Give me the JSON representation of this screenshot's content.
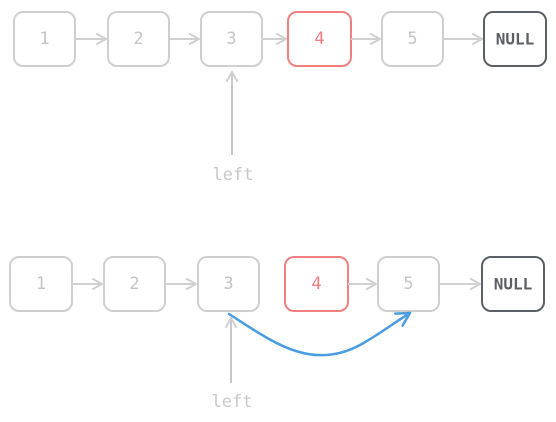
{
  "colors": {
    "node": "#cfcfcf",
    "node_text": "#c4c4c4",
    "highlight": "#f08080",
    "null_node": "#5c5f66",
    "arrow": "#d0d0d0",
    "relink": "#4a9de0",
    "pointer": "#c8c8c8"
  },
  "top": {
    "nodes": [
      "1",
      "2",
      "3",
      "4",
      "5"
    ],
    "null_label": "NULL",
    "pointer_label": "left"
  },
  "bottom": {
    "nodes": [
      "1",
      "2",
      "3",
      "4",
      "5"
    ],
    "null_label": "NULL",
    "pointer_label": "left"
  }
}
